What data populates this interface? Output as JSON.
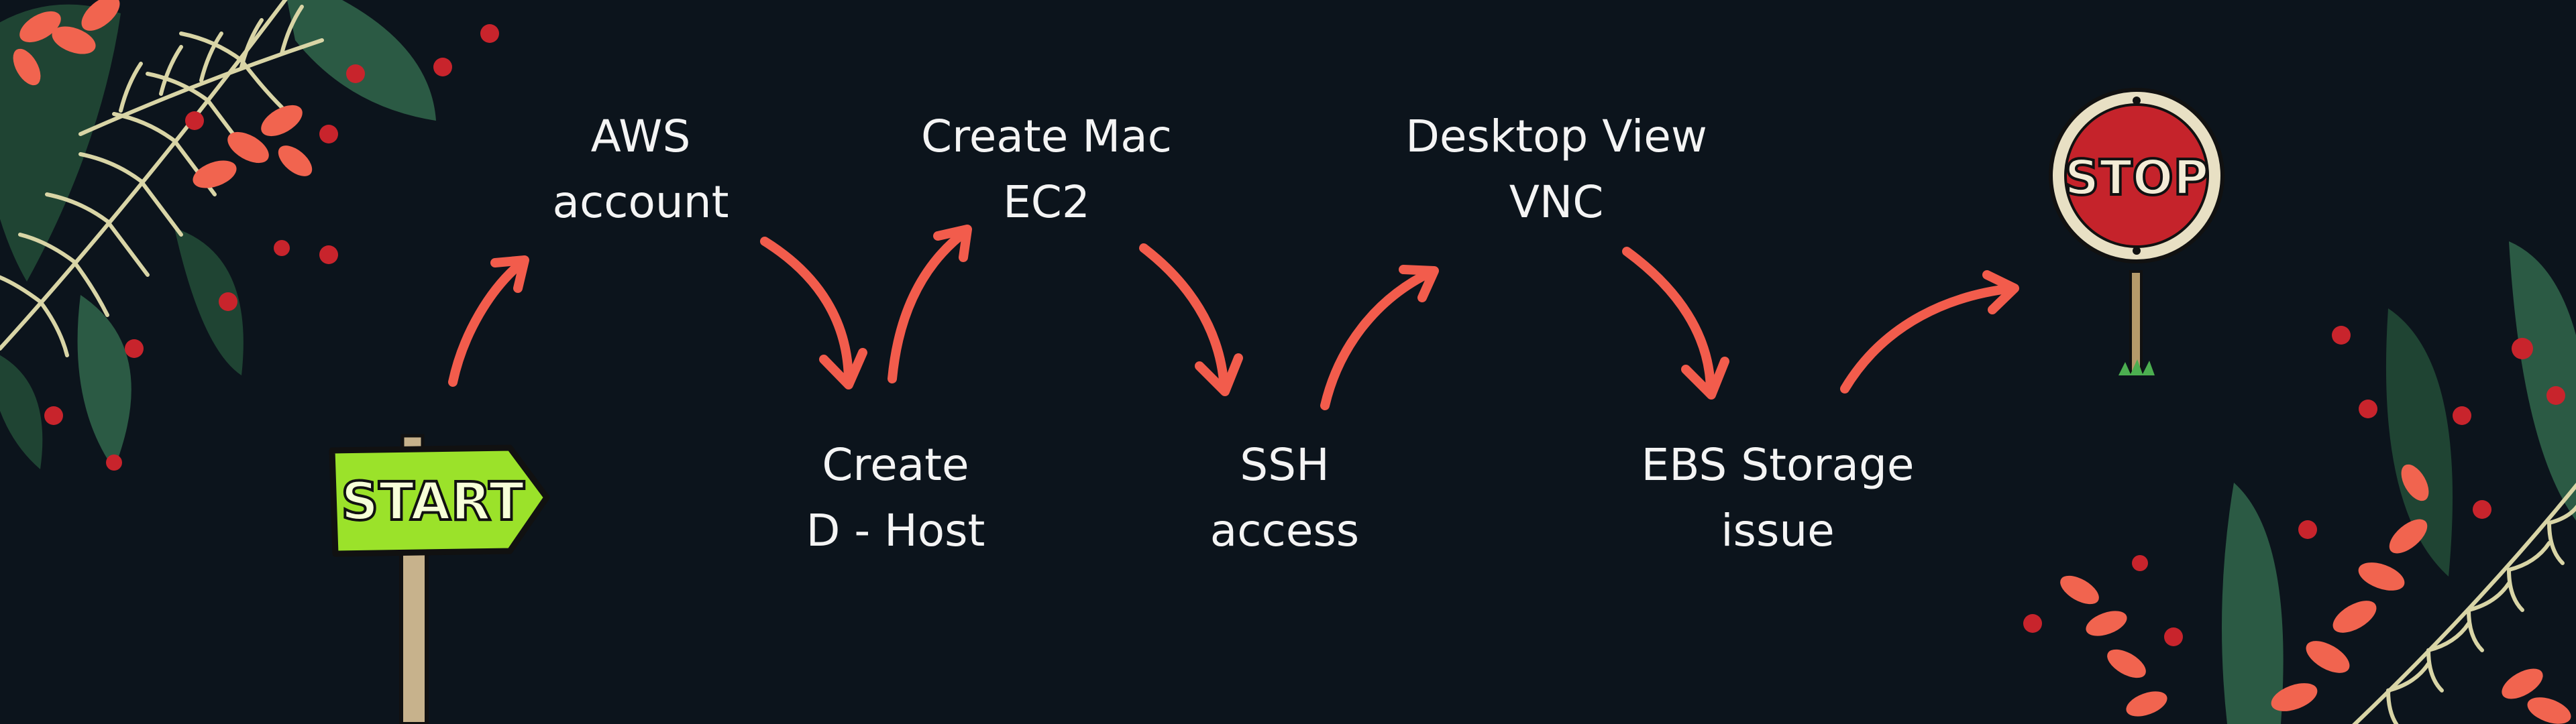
{
  "colors": {
    "background": "#0c141c",
    "text": "#f4f4f4",
    "arrow": "#f25c4c",
    "leaf_dark": "#1f4433",
    "leaf_mid": "#2b5a44",
    "frond": "#d9d5a6",
    "berry": "#c8242c",
    "coral_leaf": "#f1644f",
    "start_sign": "#9be22a",
    "stop_sign": "#c5232b"
  },
  "signs": {
    "start": "START",
    "stop": "STOP"
  },
  "steps": [
    {
      "line1": "AWS",
      "line2": "account"
    },
    {
      "line1": "Create",
      "line2": "D - Host"
    },
    {
      "line1": "Create Mac",
      "line2": "EC2"
    },
    {
      "line1": "SSH",
      "line2": "access"
    },
    {
      "line1": "Desktop View",
      "line2": "VNC"
    },
    {
      "line1": "EBS Storage",
      "line2": "issue"
    }
  ]
}
